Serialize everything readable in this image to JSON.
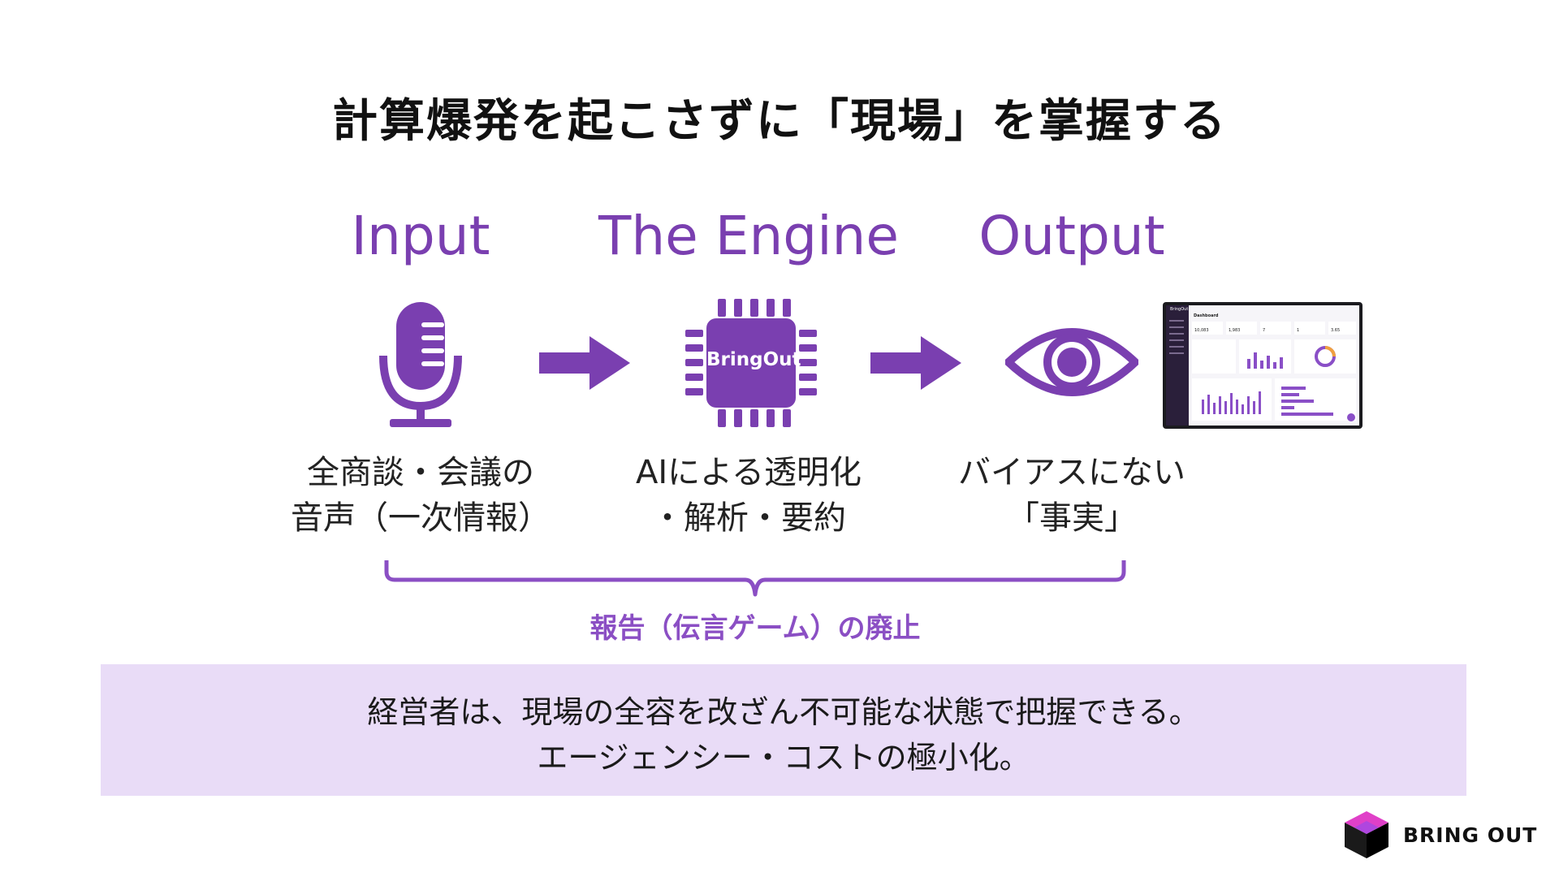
{
  "title": "計算爆発を起こさずに「現場」を掌握する",
  "columns": [
    {
      "heading": "Input",
      "icon": "microphone-icon",
      "caption": [
        "全商談・会議の",
        "音声（一次情報）"
      ]
    },
    {
      "heading": "The Engine",
      "icon": "chip-icon",
      "chip_label": "BringOut",
      "caption": [
        "AIによる透明化",
        "・解析・要約"
      ]
    },
    {
      "heading": "Output",
      "icon": "eye-icon",
      "caption": [
        "バイアスにない",
        "「事実」"
      ]
    }
  ],
  "dashboard": {
    "logo": "BringOut",
    "title": "Dashboard",
    "stats": [
      "10,083",
      "1,983",
      "7",
      "1",
      "3.65"
    ]
  },
  "bracket_label": "報告（伝言ゲーム）の廃止",
  "summary": {
    "line1": "経営者は、現場の全容を改ざん不可能な状態で把握できる。",
    "line2": "エージェンシー・コストの極小化。"
  },
  "brand": {
    "name": "BRING OUT",
    "logo_icon": "cube-logo-icon"
  },
  "colors": {
    "accent": "#7a3fb0",
    "summary_bg": "#e9dcf7"
  }
}
